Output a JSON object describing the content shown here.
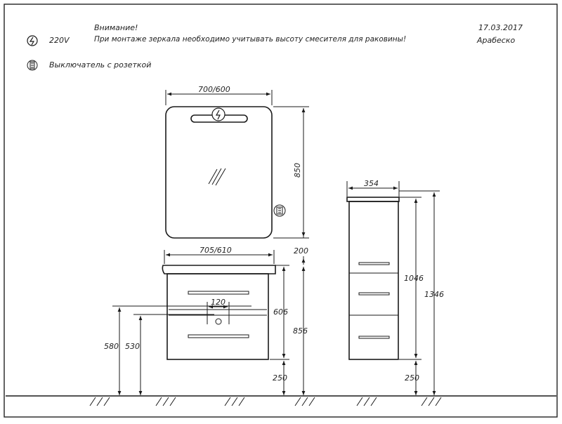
{
  "header": {
    "warning_title": "Внимание!",
    "warning_text": "При монтаже зеркала необходимо учитывать высоту смесителя для раковины!",
    "date": "17.03.2017",
    "model": "Арабеско"
  },
  "legend": {
    "power_label": "220V",
    "power_icon": "lightning-circle-icon",
    "switch_label": "Выключатель с розеткой",
    "switch_icon": "switch-socket-icon"
  },
  "dimensions": {
    "mirror_width": "700/600",
    "mirror_height": "850",
    "gap_mirror_cabinet": "200",
    "vanity_width": "705/610",
    "vanity_height": "606",
    "faucet_spacing": "120",
    "top_height": "856",
    "leg_height_left": "250",
    "height_580": "580",
    "height_530": "530",
    "tall_width": "354",
    "tall_body_height": "1046",
    "tall_total_height": "1346",
    "leg_height_right": "250"
  },
  "colors": {
    "line": "#1a1a1a",
    "border": "#222222"
  }
}
